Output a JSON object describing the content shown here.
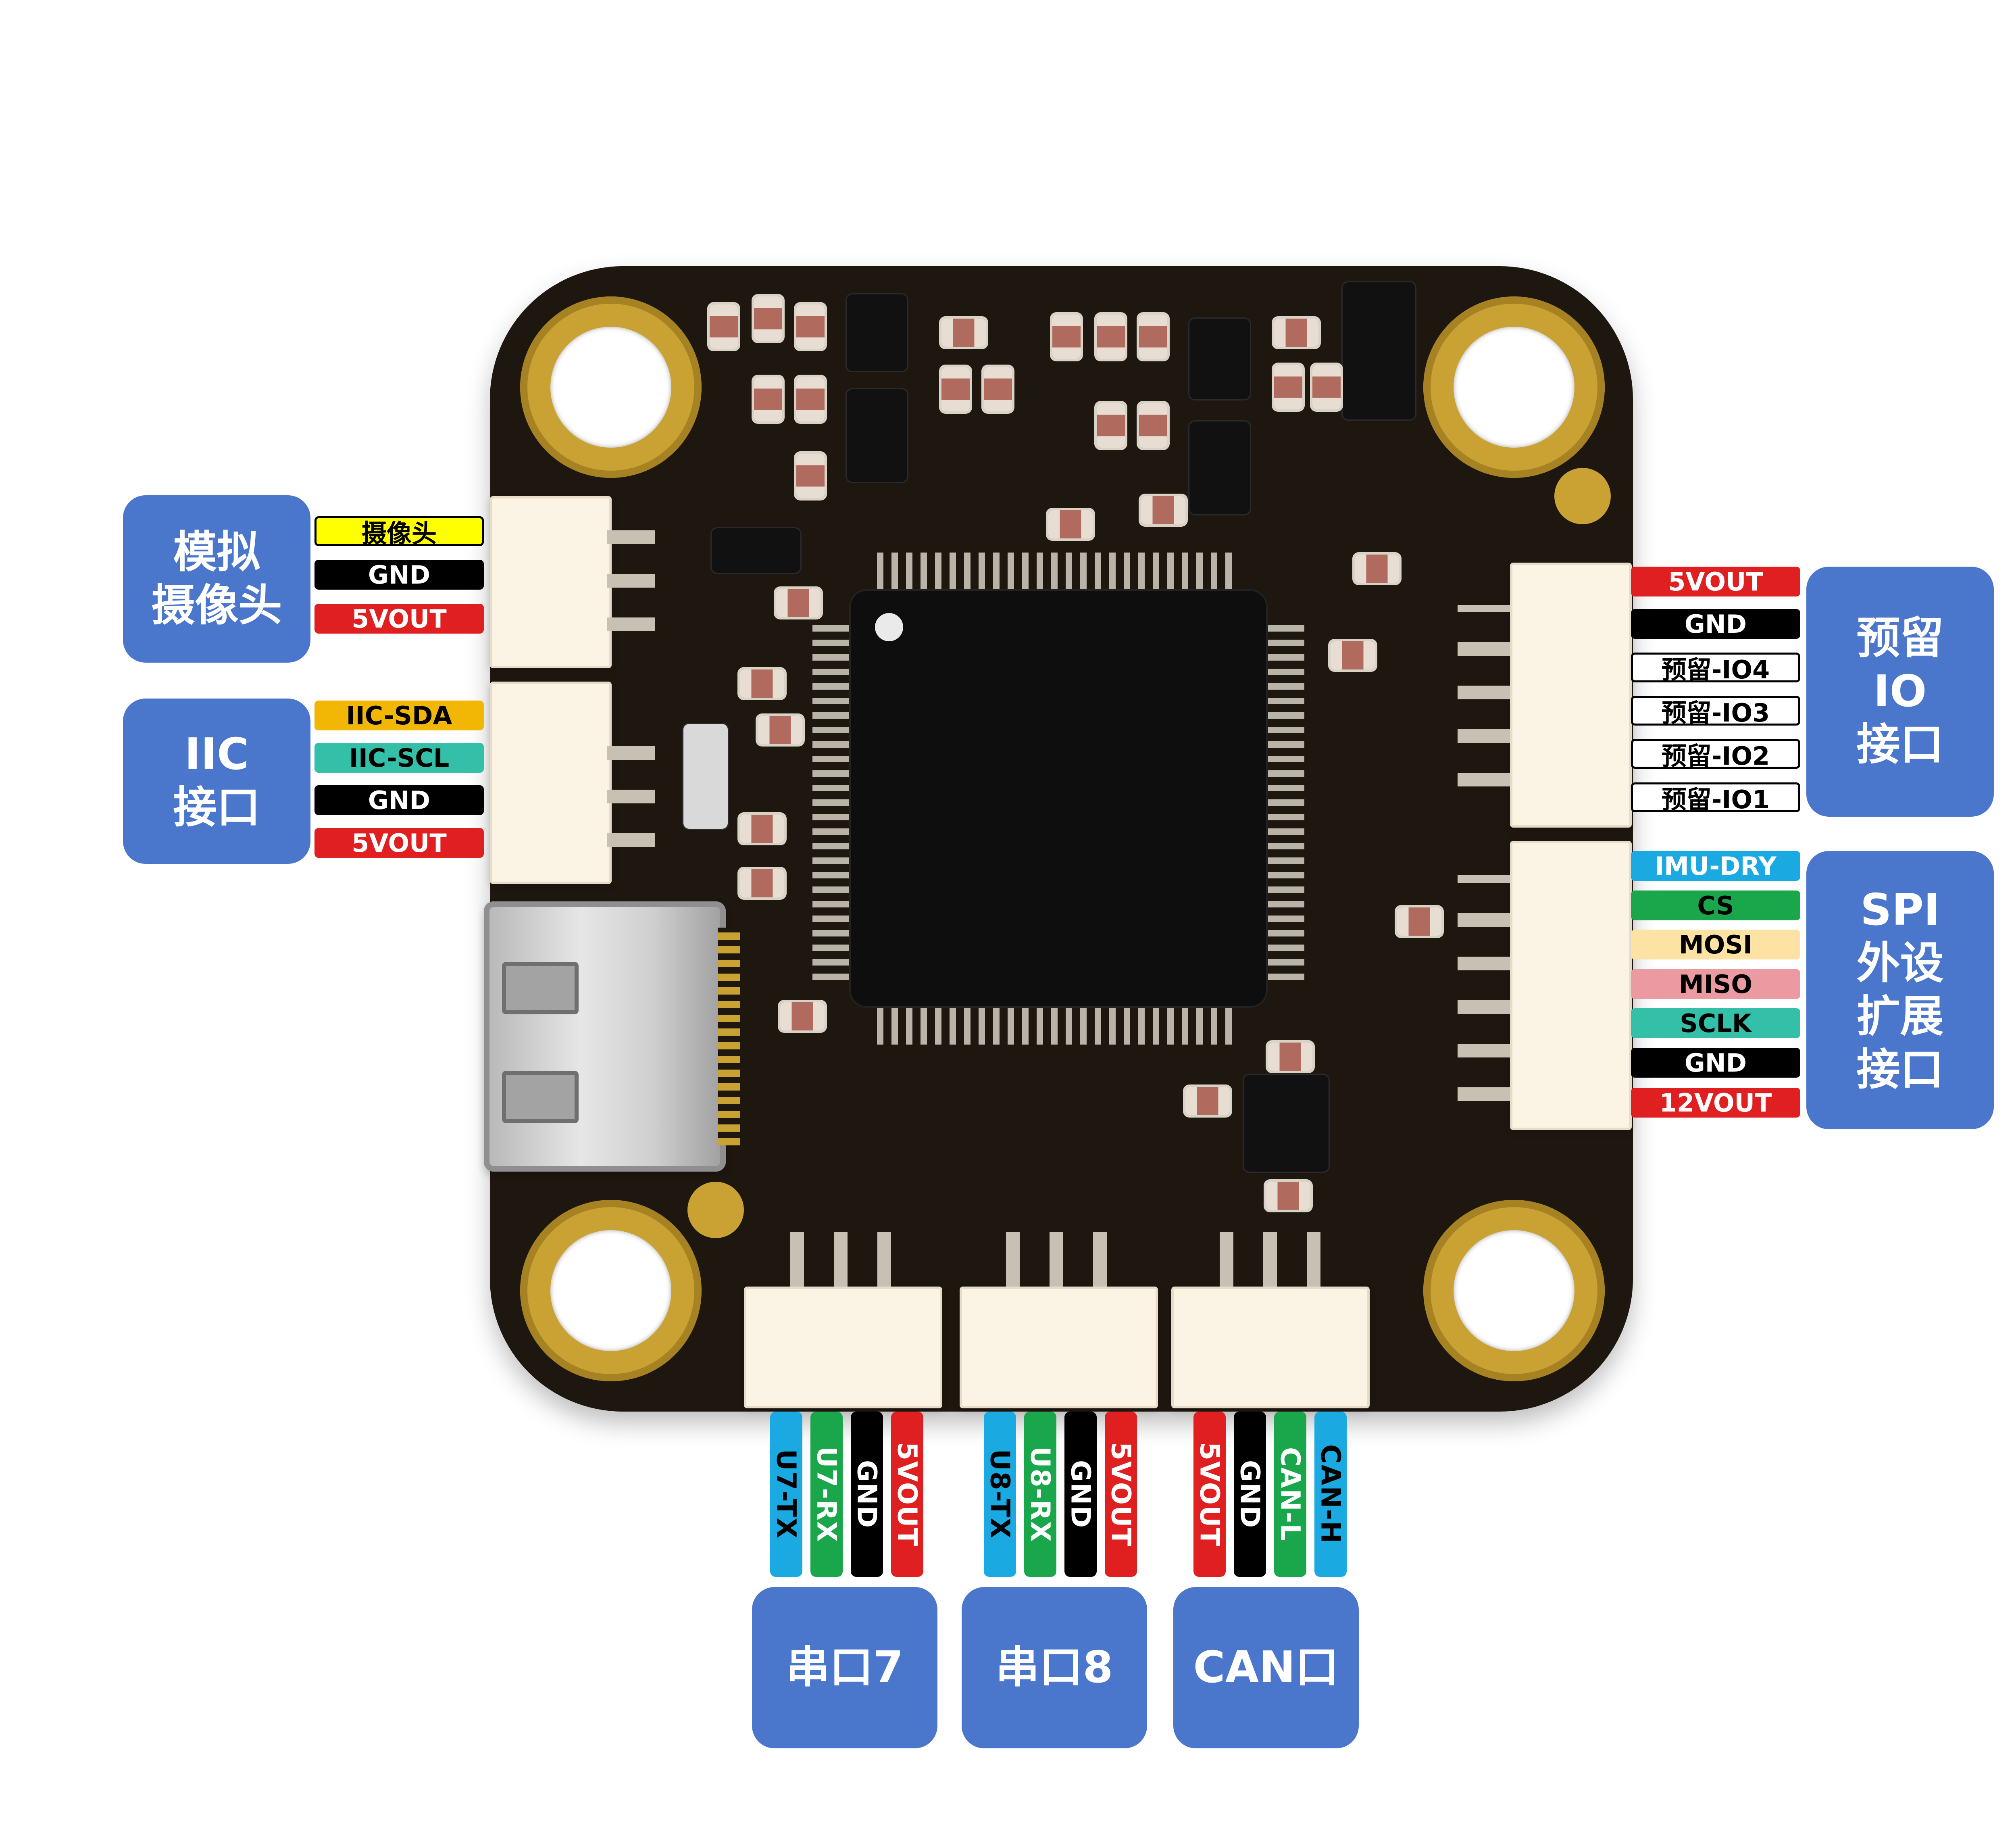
{
  "colors": {
    "group_bg": "#4a77cc",
    "board": "#1e1710",
    "gold": "#c9a233",
    "yellow": "#ffff00",
    "black": "#000000",
    "red": "#e02020",
    "amber": "#f2b705",
    "teal": "#33bfa8",
    "white": "#ffffff",
    "cyan": "#1aa9e0",
    "green": "#1aa64a",
    "cream": "#fde3a3",
    "pink": "#ea9aa0"
  },
  "groups": {
    "analog_camera": {
      "label": "模拟\n摄像头",
      "pins": [
        "摄像头",
        "GND",
        "5VOUT"
      ]
    },
    "iic": {
      "label": "IIC\n接口",
      "pins": [
        "IIC-SDA",
        "IIC-SCL",
        "GND",
        "5VOUT"
      ]
    },
    "reserved_io": {
      "label": "预留\nIO\n接口",
      "pins": [
        "5VOUT",
        "GND",
        "预留-IO4",
        "预留-IO3",
        "预留-IO2",
        "预留-IO1"
      ]
    },
    "spi": {
      "label": "SPI\n外设\n扩展\n接口",
      "pins": [
        "IMU-DRY",
        "CS",
        "MOSI",
        "MISO",
        "SCLK",
        "GND",
        "12VOUT"
      ]
    },
    "uart7": {
      "label": "串口7",
      "pins": [
        "U7-TX",
        "U7-RX",
        "GND",
        "5VOUT"
      ]
    },
    "uart8": {
      "label": "串口8",
      "pins": [
        "U8-TX",
        "U8-RX",
        "GND",
        "5VOUT"
      ]
    },
    "can": {
      "label": "CAN口",
      "pins": [
        "5VOUT",
        "GND",
        "CAN-L",
        "CAN-H"
      ]
    }
  }
}
